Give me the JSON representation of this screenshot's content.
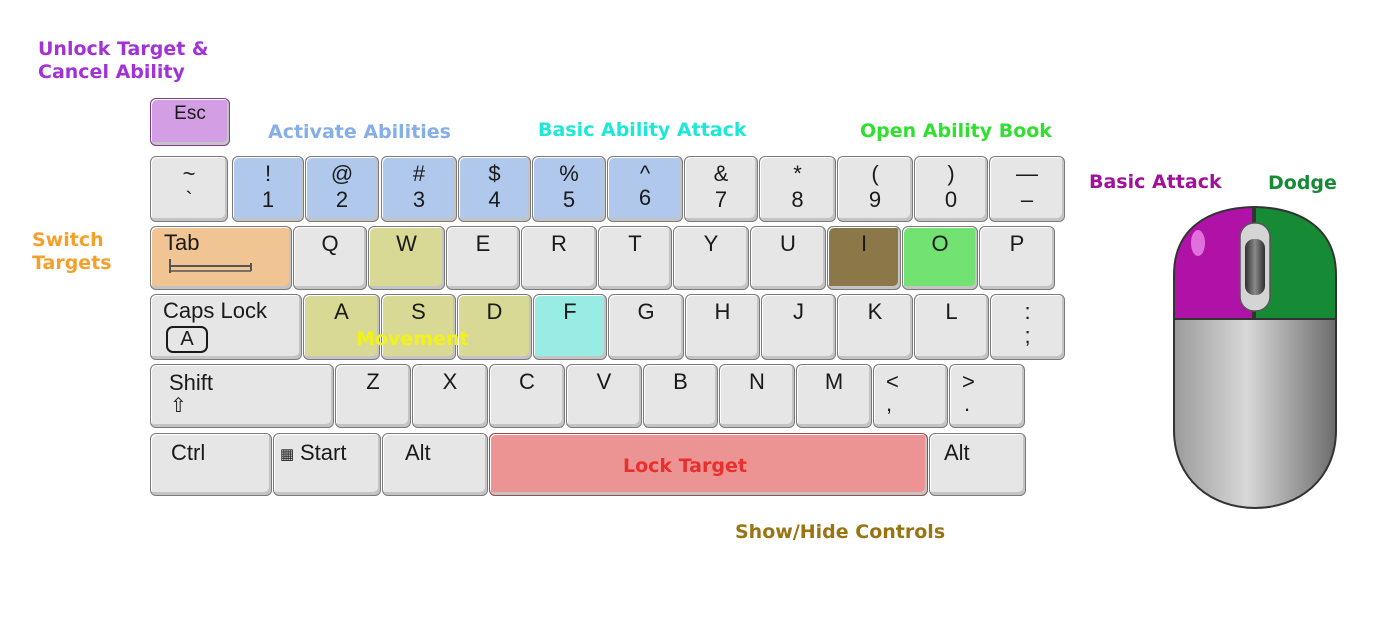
{
  "labels": {
    "esc_action": [
      "Unlock Target &",
      "Cancel Ability"
    ],
    "activate_abilities": "Activate Abilities",
    "basic_ability_attack": "Basic Ability Attack",
    "open_ability_book": "Open Ability Book",
    "switch_targets": [
      "Switch",
      "Targets"
    ],
    "movement": "Movement",
    "lock_target": "Lock Target",
    "show_hide_controls": "Show/Hide Controls",
    "basic_attack": "Basic Attack",
    "dodge": "Dodge"
  },
  "colors": {
    "esc_action": "#a232d6",
    "activate_abilities": "#86aee8",
    "basic_ability_attack": "#1de8d6",
    "open_ability_book": "#2fe02f",
    "switch_targets": "#f5a02a",
    "movement": "#f2f21a",
    "lock_target": "#e8302e",
    "show_hide_controls": "#9a7412",
    "basic_attack": "#a0109a",
    "dodge": "#178a36"
  },
  "keys": {
    "esc": "Esc",
    "number_row": [
      {
        "top": "~",
        "bottom": "`"
      },
      {
        "top": "!",
        "bottom": "1"
      },
      {
        "top": "@",
        "bottom": "2"
      },
      {
        "top": "#",
        "bottom": "3"
      },
      {
        "top": "$",
        "bottom": "4"
      },
      {
        "top": "%",
        "bottom": "5"
      },
      {
        "top": "^",
        "bottom": "6"
      },
      {
        "top": "&",
        "bottom": "7"
      },
      {
        "top": "*",
        "bottom": "8"
      },
      {
        "top": "(",
        "bottom": "9"
      },
      {
        "top": ")",
        "bottom": "0"
      },
      {
        "top": "—",
        "bottom": "–"
      }
    ],
    "tab": "Tab",
    "qwerty_row": [
      "Q",
      "W",
      "E",
      "R",
      "T",
      "Y",
      "U",
      "I",
      "O",
      "P"
    ],
    "caps_lock": "Caps Lock",
    "caps_glyph": "A",
    "home_row": [
      "A",
      "S",
      "D",
      "F",
      "G",
      "H",
      "J",
      "K",
      "L"
    ],
    "semicolon": {
      "top": ":",
      "bottom": ";"
    },
    "shift": "Shift",
    "bottom_letters": [
      "Z",
      "X",
      "C",
      "V",
      "B",
      "N",
      "M"
    ],
    "comma": {
      "top": "<",
      "bottom": ","
    },
    "period": {
      "top": ">",
      "bottom": "."
    },
    "ctrl": "Ctrl",
    "start": "Start",
    "alt_left": "Alt",
    "alt_right": "Alt"
  }
}
